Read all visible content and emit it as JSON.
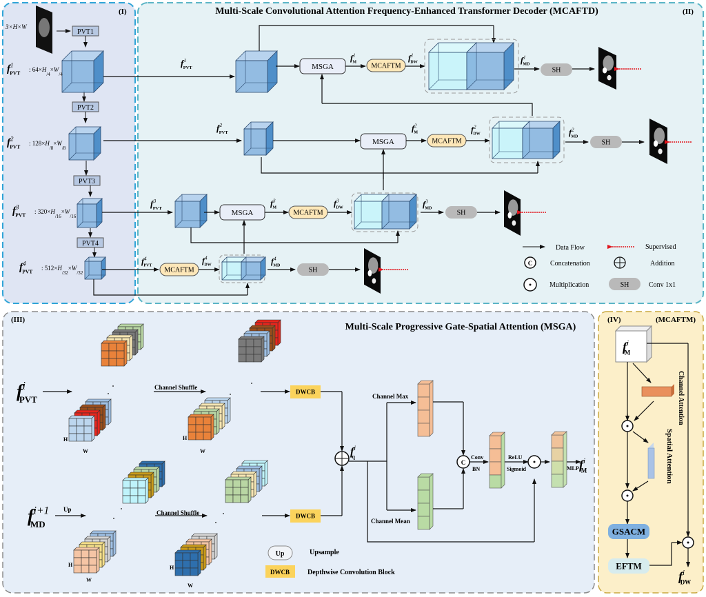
{
  "panels": {
    "encoder": {
      "tag": "(I)",
      "input_label": "3×H×W",
      "stages": [
        {
          "block": "PVT1",
          "feature": "f",
          "sup": "1",
          "sub": "PVT",
          "dims": "64×H/4×W/4",
          "c": "64",
          "h": "H",
          "w": "W",
          "div": "4"
        },
        {
          "block": "PVT2",
          "feature": "f",
          "sup": "2",
          "sub": "PVT",
          "dims": "128×H/8×W/8",
          "c": "128",
          "h": "H",
          "w": "W",
          "div": "8"
        },
        {
          "block": "PVT3",
          "feature": "f",
          "sup": "3",
          "sub": "PVT",
          "dims": "320×H/16×W/16",
          "c": "320",
          "h": "H",
          "w": "W",
          "div": "16"
        },
        {
          "block": "PVT4",
          "feature": "f",
          "sup": "4",
          "sub": "PVT",
          "dims": "512×H/32×W/32",
          "c": "512",
          "h": "H",
          "w": "W",
          "div": "32"
        }
      ]
    },
    "decoder": {
      "tag": "(II)",
      "title": "Multi-Scale Convolutional Attention Frequency-Enhanced Transformer Decoder (MCAFTD)",
      "msga_label": "MSGA",
      "mcaftm_label": "MCAFTM",
      "sh_label": "SH",
      "rows": [
        {
          "level": "1",
          "pvt": "PVT",
          "m": "M",
          "dw": "DW",
          "md": "MD"
        },
        {
          "level": "2",
          "pvt": "PVT",
          "m": "M",
          "dw": "DW",
          "md": "MD"
        },
        {
          "level": "3",
          "pvt": "PVT",
          "m": "M",
          "dw": "DW",
          "md": "MD"
        },
        {
          "level": "4",
          "pvt": "PVT",
          "m": "",
          "dw": "DW",
          "md": "MD"
        }
      ],
      "legend": {
        "data_flow": "Data Flow",
        "supervised": "Supervised",
        "concat_symbol": "C",
        "concatenation": "Concatenation",
        "addition": "Addition",
        "multiplication": "Multiplication",
        "sh": "SH",
        "conv": "Conv 1x1"
      }
    },
    "msga": {
      "tag": "(III)",
      "title": "Multi-Scale Progressive Gate-Spatial Attention  (MSGA)",
      "input_top": {
        "f": "f",
        "sup": "i",
        "sub": "PVT"
      },
      "input_bottom": {
        "f": "f",
        "sup": "i+1",
        "sub": "MD"
      },
      "up_label": "Up",
      "channel_shuffle": "Channel Shuffle",
      "dwcb": "DWCB",
      "h_label": "H",
      "w_label": "W",
      "fq": {
        "f": "f",
        "sup": "i",
        "sub": "q"
      },
      "channel_max": "Channel Max",
      "channel_mean": "Channel Mean",
      "concat_symbol": "C",
      "conv": "Conv",
      "bn": "BN",
      "relu": "ReLU",
      "sigmoid": "Sigmoid",
      "mlp": "MLP",
      "output": {
        "f": "f",
        "sup": "i",
        "sub": "M"
      },
      "legend": {
        "up_box": "Up",
        "up_text": "Upsample",
        "dwcb_box": "DWCB",
        "dwcb_text": "Depthwise Convolution Block"
      }
    },
    "mcaftm": {
      "tag": "(IV)",
      "title": "(MCAFTM)",
      "input": {
        "f": "f",
        "sup": "i",
        "sub": "M"
      },
      "channel_attention": "Channel Attention",
      "spatial_attention": "Spatial Attention",
      "gsacm": "GSACM",
      "eftm": "EFTM",
      "output": {
        "f": "f",
        "sup": "i",
        "sub": "DW"
      }
    }
  },
  "colors": {
    "panel1_bg": "#dfe5f3",
    "panel1_border": "#2fa4d7",
    "panel2_bg": "#e6f2f5",
    "panel2_border": "#5bb5c6",
    "panel3_bg": "#e6eef8",
    "panel3_border": "#8c8c8c",
    "panel4_bg": "#fcefc9",
    "panel4_border": "#c9a840",
    "cube_front": "#8ab6e0",
    "cube_side": "#4f8fc9",
    "cube_top": "#b8d3ee",
    "cube_light": "#c6f4fb",
    "pvt_box": "#b7c8e2",
    "msga_box": "#e9eef8",
    "mcaftm_box": "#fde7b8",
    "sh_box": "#b9b9b9",
    "dwcb_box": "#fbd35c",
    "supervised": "#e0141c",
    "gsacm": "#7fb0e0",
    "eftm": "#d7ecee"
  }
}
